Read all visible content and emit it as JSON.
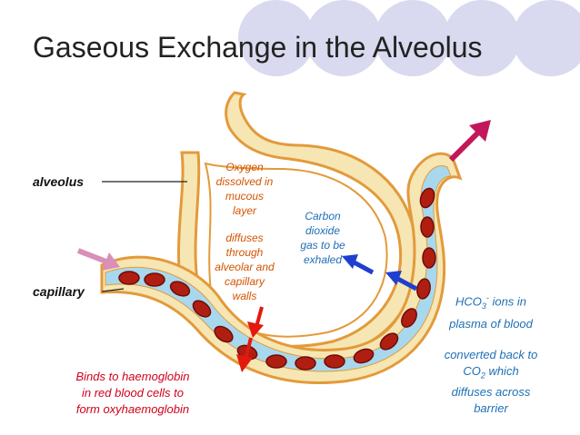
{
  "title": "Gaseous Exchange in the Alveolus",
  "labels": {
    "alveolus": "alveolus",
    "capillary": "capillary",
    "oxygen_dissolved": [
      "Oxygen",
      "dissolved in",
      "mucous",
      "layer"
    ],
    "diffuses": [
      "diffuses",
      "through",
      "alveolar and",
      "capillary",
      "walls"
    ],
    "co2_exhaled": [
      "Carbon",
      "dioxide",
      "gas to be",
      "exhaled"
    ],
    "binds": [
      "Binds to haemoglobin",
      "in red blood cells to",
      "form oxyhaemoglobin"
    ],
    "hco3_base": "HCO",
    "hco3_sub": "3",
    "hco3_sup": "-",
    "hco3_rest": " ions in",
    "plasma": "plasma of blood",
    "converted": "converted back to",
    "co2_base": "CO",
    "co2_sub": "2",
    "co2_rest": " which",
    "diffuses_across": "diffuses across",
    "barrier": "barrier"
  },
  "colors": {
    "orange_text": "#d35400",
    "red_text": "#d0021b",
    "blue_text": "#1f6fb5",
    "deco_circle": "#d9d9ef",
    "tissue": "#f6e6b3",
    "tissue_border": "#e39a3a",
    "plasma_fill": "#a8d8ee",
    "rbc": "#b01e12"
  },
  "icons": [
    "arrow-in-icon",
    "arrow-out-icon",
    "red-diffusion-arrow-icon",
    "blue-co2-arrow-icon"
  ]
}
